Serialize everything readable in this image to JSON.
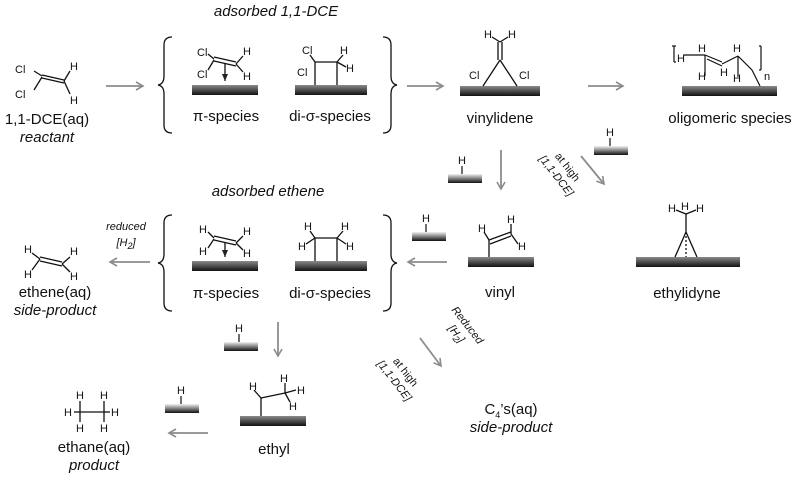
{
  "headings": {
    "adsorbed_dce": "adsorbed 1,1-DCE",
    "adsorbed_ethene": "adsorbed ethene"
  },
  "species": {
    "dce_name": "1,1-DCE(aq)",
    "dce_role": "reactant",
    "pi_species": "π-species",
    "di_sigma_species": "di-σ-species",
    "vinylidene": "vinylidene",
    "oligomeric": "oligomeric species",
    "ethylidyne": "ethylidyne",
    "vinyl": "vinyl",
    "ethene_name": "ethene(aq)",
    "ethene_role": "side-product",
    "pi_species_2": "π-species",
    "di_sigma_species_2": "di-σ-species",
    "ethyl": "ethyl",
    "ethane_name": "ethane(aq)",
    "ethane_role": "product",
    "c4_prefix": "C",
    "c4_sub": "4",
    "c4_suffix": "’s(aq)",
    "c4_role": "side-product"
  },
  "conditions": {
    "at_high": "at high",
    "dce_conc": "[1,1-DCE]",
    "reduced_lower": "reduced",
    "reduced_upper": "Reduced",
    "h2_open": "[H",
    "h2_sub": "2",
    "h2_close": "]"
  },
  "atoms": {
    "cl": "Cl",
    "h": "H",
    "n": "n"
  },
  "colors": {
    "surface": "#1a1a1a",
    "arrow": "#8c8c8c",
    "text": "#111111"
  }
}
